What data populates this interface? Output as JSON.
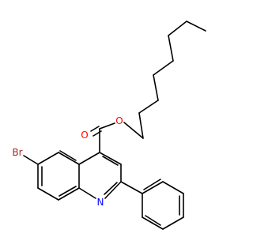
{
  "molecule": {
    "atoms": {
      "O_carbonyl": {
        "label": "O",
        "color": "#ff0000"
      },
      "O_ester": {
        "label": "O",
        "color": "#ff0000"
      },
      "Br": {
        "label": "Br",
        "color": "#a52a2a"
      },
      "N": {
        "label": "N",
        "color": "#0000ff"
      }
    },
    "bond_color": "#000000",
    "background": "#ffffff"
  }
}
